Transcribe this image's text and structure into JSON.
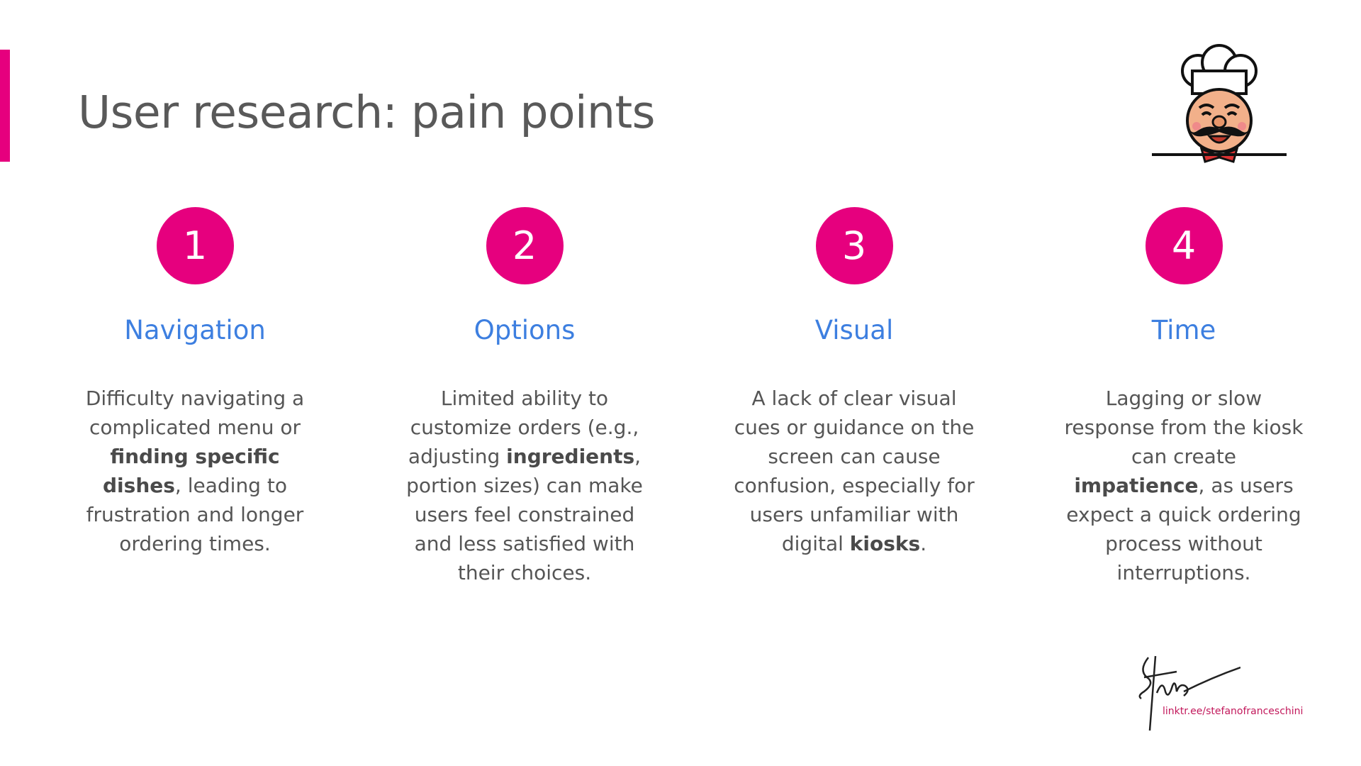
{
  "slide": {
    "title": "User research: pain points",
    "accent_color": "#e6007e",
    "heading_color": "#3d7fe0"
  },
  "points": [
    {
      "number": "1",
      "title": "Navigation",
      "body": [
        {
          "text": "Difficulty navigating a complicated menu or "
        },
        {
          "text": "finding specific dishes",
          "bold": true
        },
        {
          "text": ", leading to frustration and longer ordering times."
        }
      ]
    },
    {
      "number": "2",
      "title": "Options",
      "body": [
        {
          "text": "Limited ability to customize orders (e.g., adjusting "
        },
        {
          "text": "ingredients",
          "bold": true
        },
        {
          "text": ", portion sizes) can make users feel constrained and less satisfied with their choices."
        }
      ]
    },
    {
      "number": "3",
      "title": "Visual",
      "body": [
        {
          "text": "A lack of clear visual cues or guidance on the screen can cause confusion, especially for users unfamiliar with digital "
        },
        {
          "text": "kiosks",
          "bold": true
        },
        {
          "text": "."
        }
      ]
    },
    {
      "number": "4",
      "title": "Time",
      "body": [
        {
          "text": "Lagging or slow response from the kiosk can create "
        },
        {
          "text": "impatience",
          "bold": true
        },
        {
          "text": ", as users expect a quick ordering process without interruptions."
        }
      ]
    }
  ],
  "footer": {
    "link": "linktr.ee/stefanofranceschini",
    "signature_text": "Steno"
  },
  "icons": {
    "mascot": "chef-mascot-icon",
    "signature": "signature-icon"
  }
}
